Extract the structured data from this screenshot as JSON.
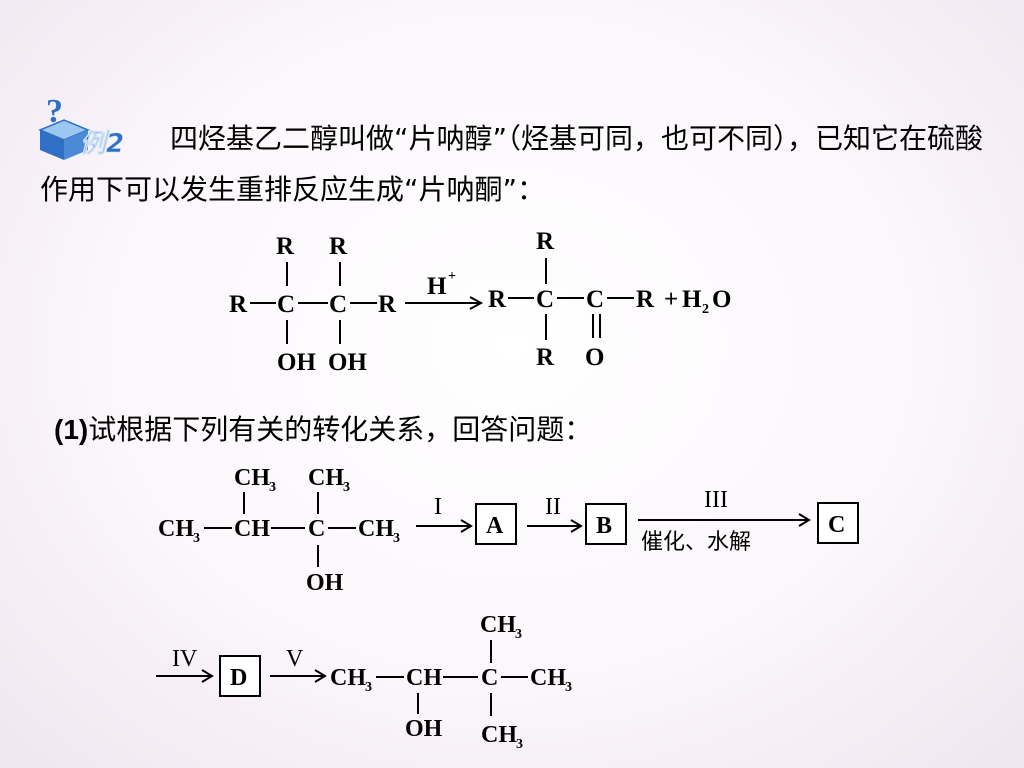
{
  "example": {
    "badge_label": "例2",
    "intro": "四烃基乙二醇叫做“片呐醇”（烃基可同，也可不同），已知它在硫酸作用下可以发生重排反应生成“片呐酮”："
  },
  "reaction1": {
    "R": "R",
    "OH": "OH",
    "O": "O",
    "catalyst": "H",
    "catalyst_sup": "+",
    "plus": "+",
    "water_h": "H",
    "water_sub": "2",
    "water_o": "O"
  },
  "question1": {
    "number": "(1)",
    "text": "试根据下列有关的转化关系，回答问题："
  },
  "scheme": {
    "CH": "CH",
    "sub3": "3",
    "C": "C",
    "OH": "OH",
    "step_I": "I",
    "step_II": "II",
    "step_III": "III",
    "step_IV": "IV",
    "step_V": "V",
    "step_III_condition": "催化、水解",
    "box_A": "A",
    "box_B": "B",
    "box_C": "C",
    "box_D": "D"
  },
  "colors": {
    "text": "#000000",
    "badge_blue": "#2f6fc4",
    "badge_light": "#9cc7f0"
  },
  "icons": {
    "badge": "question-cube-icon"
  }
}
